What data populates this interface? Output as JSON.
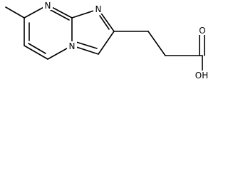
{
  "molecule": {
    "atoms": {
      "n_top": "N",
      "n_imidazole": "N",
      "n_bridge": "N",
      "o_carbonyl": "O",
      "oh_group": "OH"
    }
  },
  "colors": {
    "bond": "#000000",
    "label": "#000000",
    "background": "#ffffff"
  }
}
